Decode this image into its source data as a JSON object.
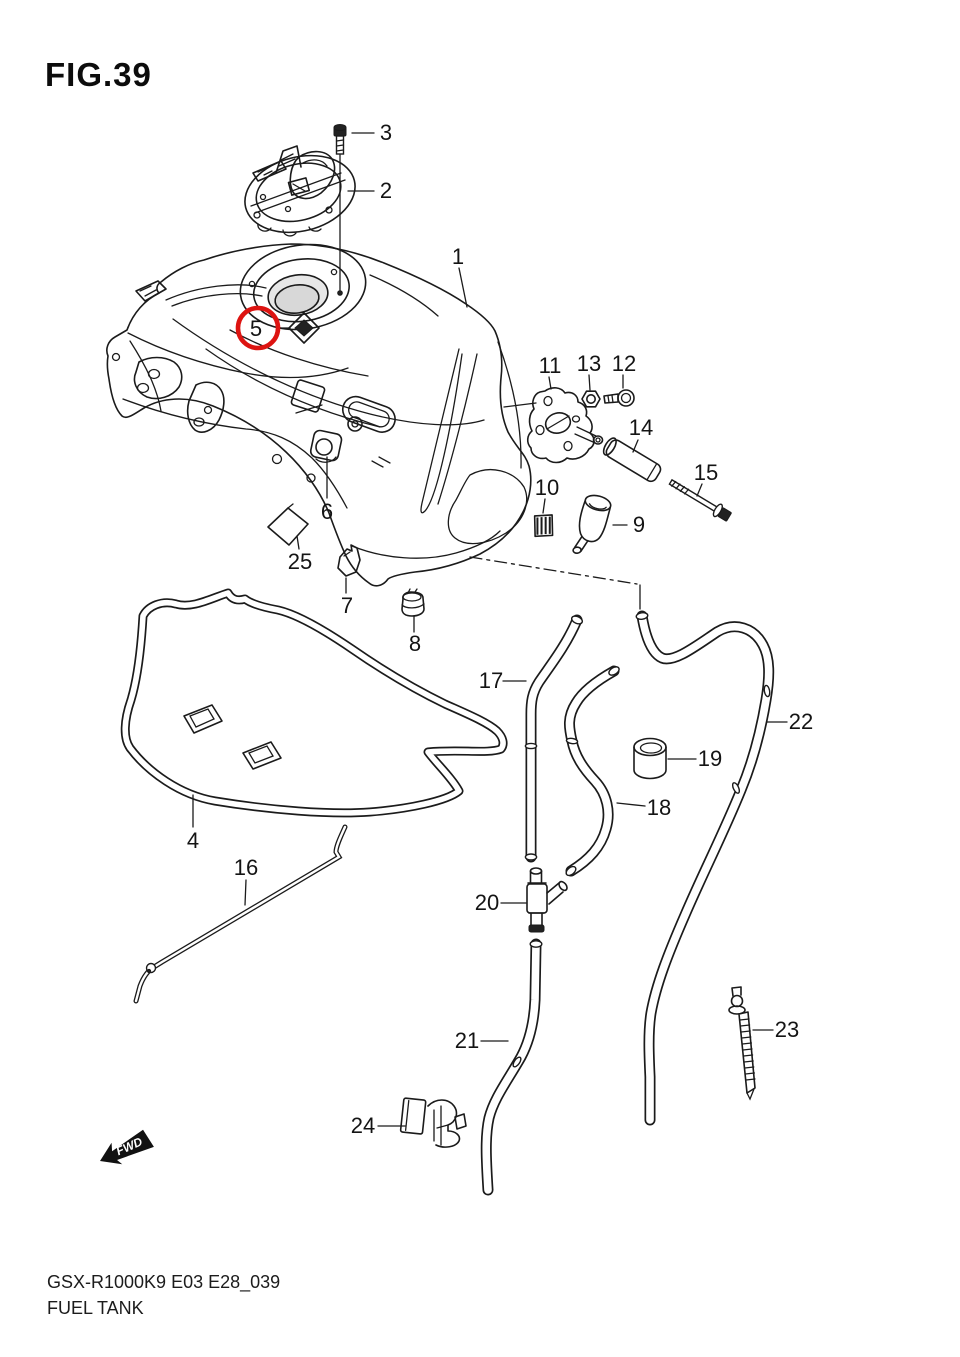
{
  "page": {
    "fig_label": "FIG.39",
    "model_code": "GSX-R1000K9 E03 E28_039",
    "diagram_title": "FUEL TANK"
  },
  "diagram": {
    "type": "exploded-parts-diagram",
    "subject": "FUEL TANK",
    "fwd_label": "FWD",
    "highlighted_part": "5",
    "highlight_color": "#dd1411",
    "line_color": "#1b1b1b",
    "background": "#ffffff"
  },
  "parts": [
    {
      "number": "1"
    },
    {
      "number": "2"
    },
    {
      "number": "3"
    },
    {
      "number": "4"
    },
    {
      "number": "5"
    },
    {
      "number": "6"
    },
    {
      "number": "7"
    },
    {
      "number": "8"
    },
    {
      "number": "9"
    },
    {
      "number": "10"
    },
    {
      "number": "11"
    },
    {
      "number": "12"
    },
    {
      "number": "13"
    },
    {
      "number": "14"
    },
    {
      "number": "15"
    },
    {
      "number": "16"
    },
    {
      "number": "17"
    },
    {
      "number": "18"
    },
    {
      "number": "19"
    },
    {
      "number": "20"
    },
    {
      "number": "21"
    },
    {
      "number": "22"
    },
    {
      "number": "23"
    },
    {
      "number": "24"
    },
    {
      "number": "25"
    }
  ]
}
